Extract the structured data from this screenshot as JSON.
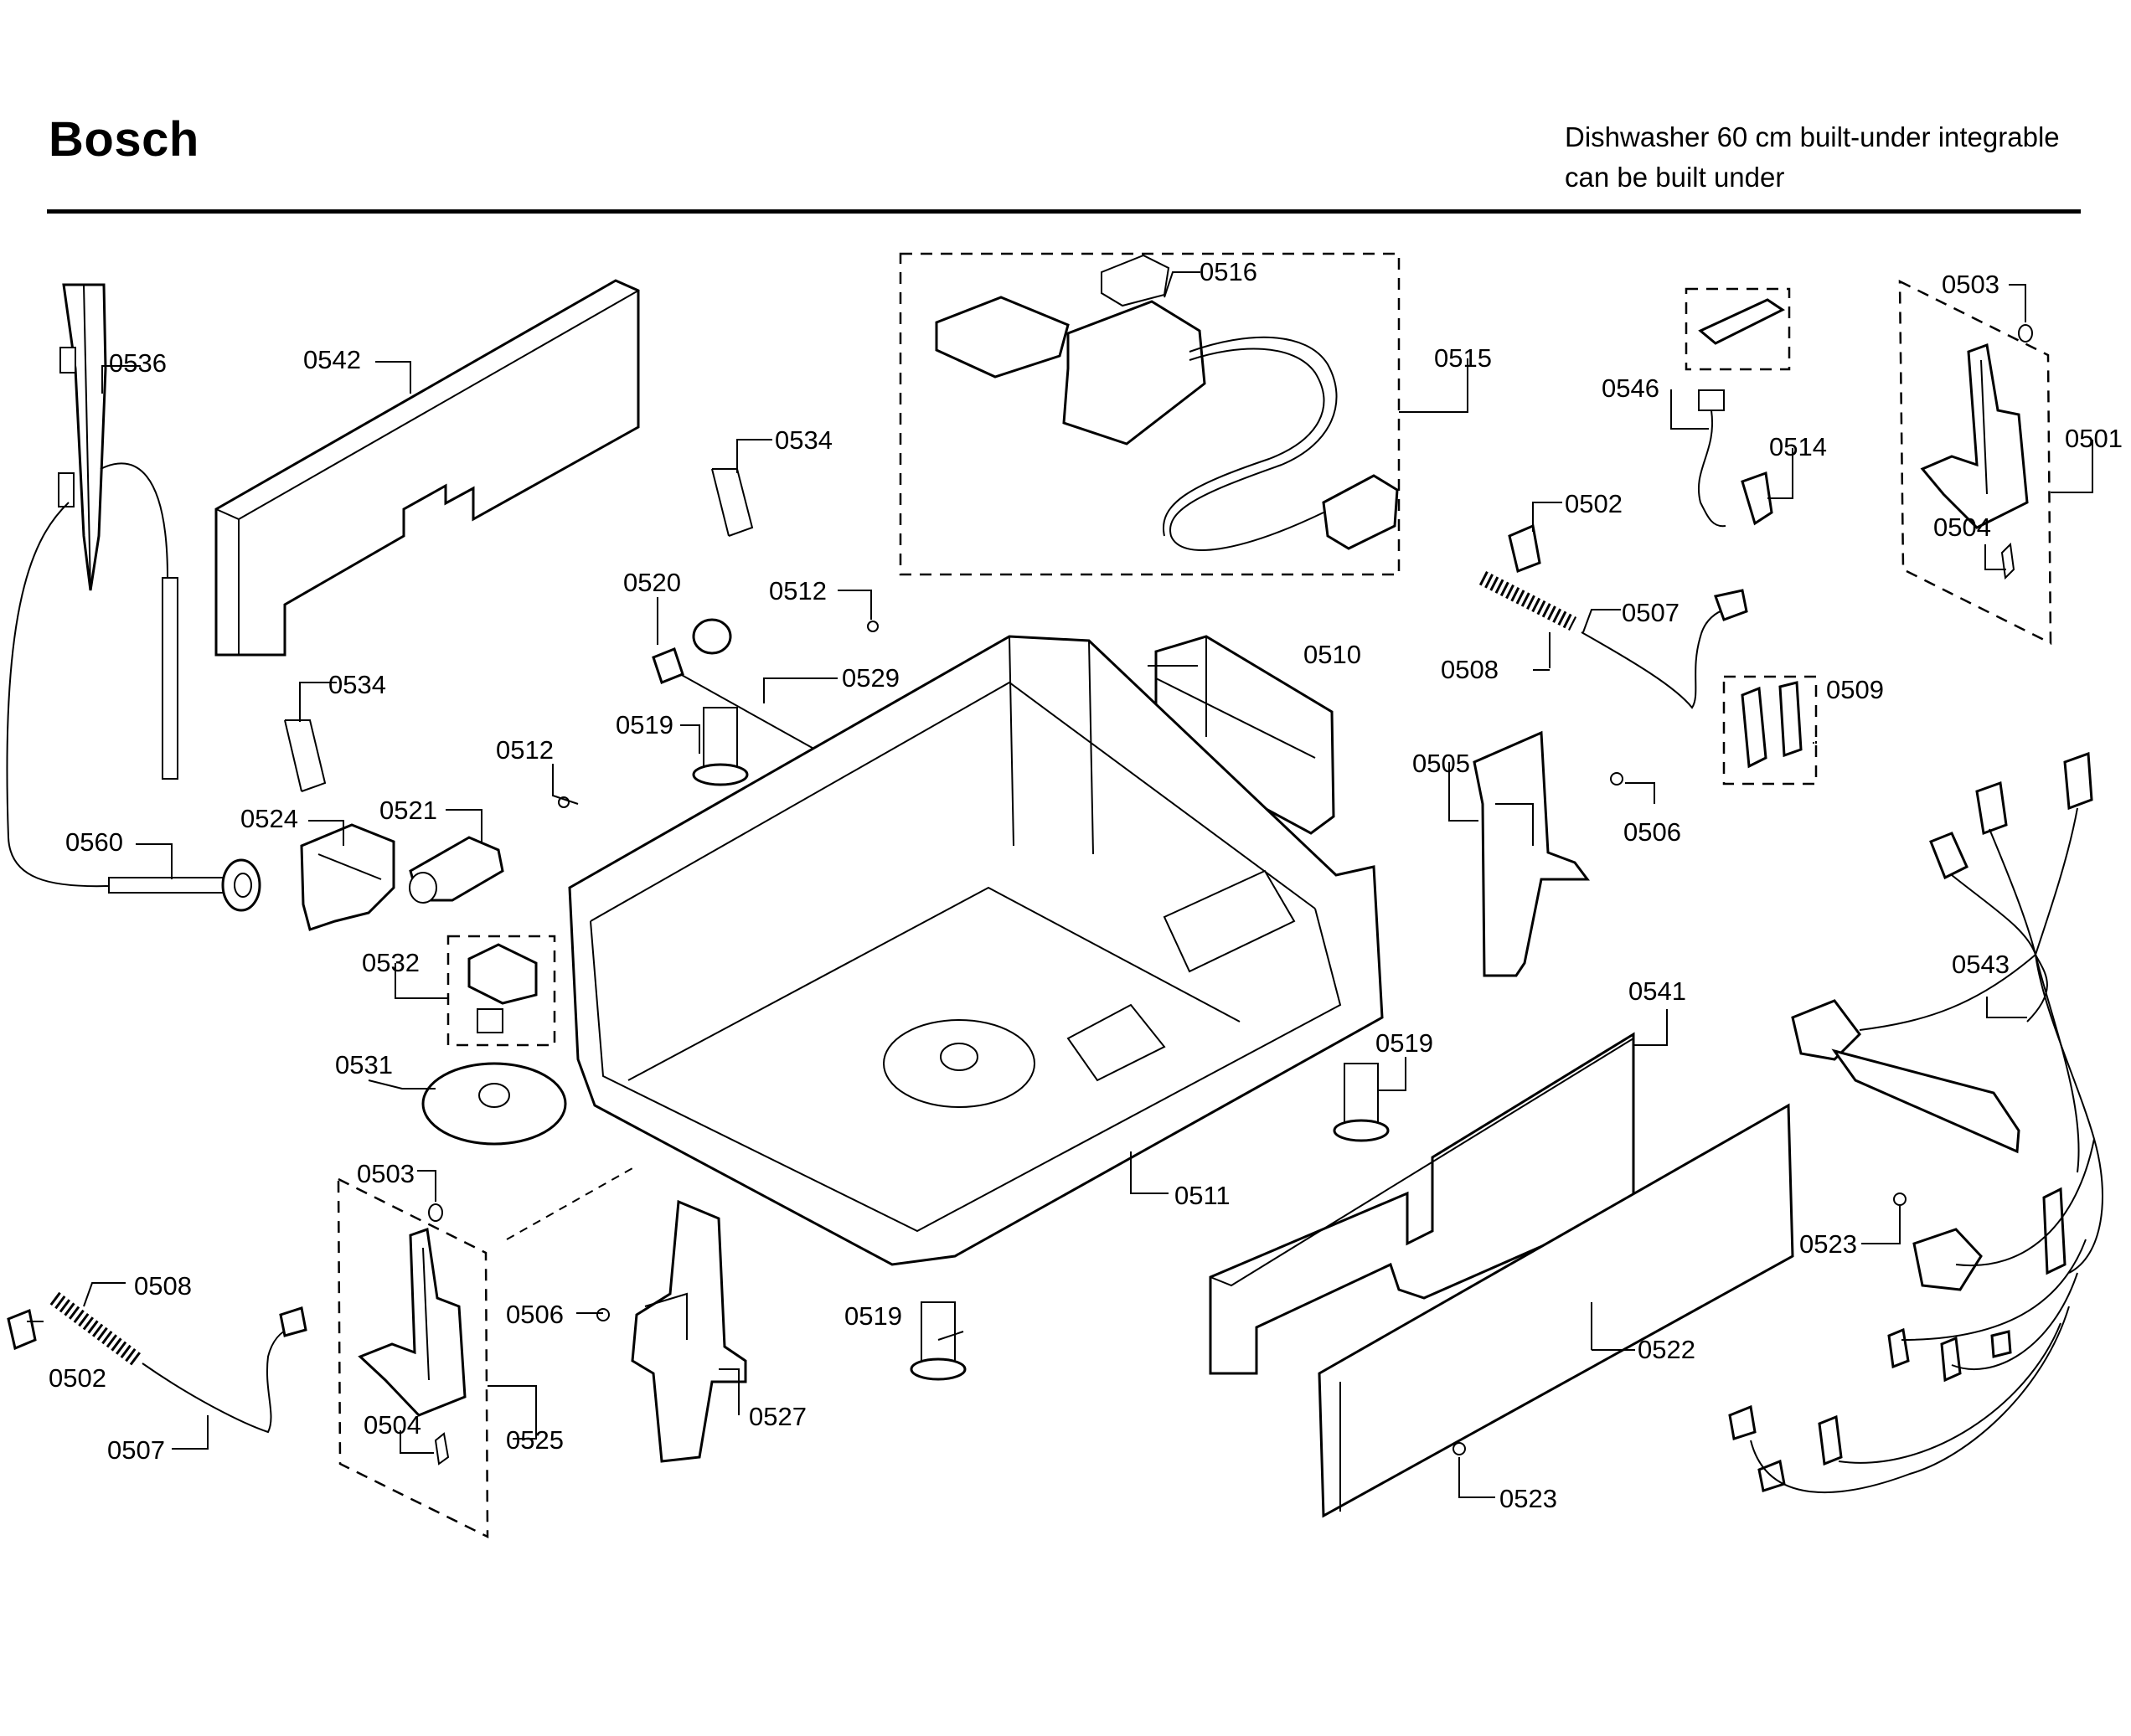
{
  "header": {
    "brand": "Bosch",
    "subtitle_line1": "Dishwasher 60 cm built-under integrable",
    "subtitle_line2": "can be built under"
  },
  "callouts": [
    {
      "id": "c0536",
      "text": "0536"
    },
    {
      "id": "c0542",
      "text": "0542"
    },
    {
      "id": "c0516",
      "text": "0516"
    },
    {
      "id": "c0515",
      "text": "0515"
    },
    {
      "id": "c0534a",
      "text": "0534"
    },
    {
      "id": "c0546",
      "text": "0546"
    },
    {
      "id": "c0514",
      "text": "0514"
    },
    {
      "id": "c0503a",
      "text": "0503"
    },
    {
      "id": "c0501",
      "text": "0501"
    },
    {
      "id": "c0504a",
      "text": "0504"
    },
    {
      "id": "c0502a",
      "text": "0502"
    },
    {
      "id": "c0520",
      "text": "0520"
    },
    {
      "id": "c0512a",
      "text": "0512"
    },
    {
      "id": "c0507a",
      "text": "0507"
    },
    {
      "id": "c0510",
      "text": "0510"
    },
    {
      "id": "c0508a",
      "text": "0508"
    },
    {
      "id": "c0529",
      "text": "0529"
    },
    {
      "id": "c0534b",
      "text": "0534"
    },
    {
      "id": "c0519a",
      "text": "0519"
    },
    {
      "id": "c0509",
      "text": "0509"
    },
    {
      "id": "c0512b",
      "text": "0512"
    },
    {
      "id": "c0505",
      "text": "0505"
    },
    {
      "id": "c0506a",
      "text": "0506"
    },
    {
      "id": "c0524",
      "text": "0524"
    },
    {
      "id": "c0521",
      "text": "0521"
    },
    {
      "id": "c0560",
      "text": "0560"
    },
    {
      "id": "c0532",
      "text": "0532"
    },
    {
      "id": "c0541",
      "text": "0541"
    },
    {
      "id": "c0543",
      "text": "0543"
    },
    {
      "id": "c0531",
      "text": "0531"
    },
    {
      "id": "c0519b",
      "text": "0519"
    },
    {
      "id": "c0503b",
      "text": "0503"
    },
    {
      "id": "c0511",
      "text": "0511"
    },
    {
      "id": "c0508b",
      "text": "0508"
    },
    {
      "id": "c0523a",
      "text": "0523"
    },
    {
      "id": "c0506b",
      "text": "0506"
    },
    {
      "id": "c0519c",
      "text": "0519"
    },
    {
      "id": "c0502b",
      "text": "0502"
    },
    {
      "id": "c0522",
      "text": "0522"
    },
    {
      "id": "c0504b",
      "text": "0504"
    },
    {
      "id": "c0527",
      "text": "0527"
    },
    {
      "id": "c0507b",
      "text": "0507"
    },
    {
      "id": "c0525",
      "text": "0525"
    },
    {
      "id": "c0523b",
      "text": "0523"
    }
  ]
}
